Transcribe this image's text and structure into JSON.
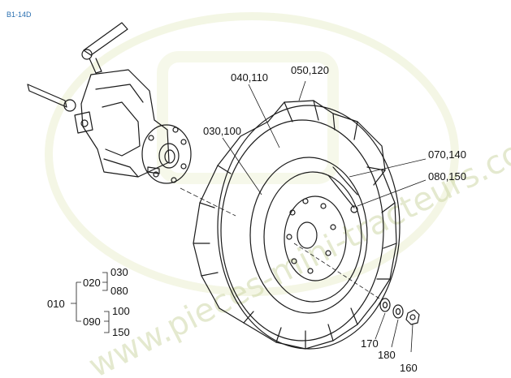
{
  "diagram_code": "B1-14D",
  "watermark": "www.pieces-mini-tracteurs.com",
  "labels": {
    "l050120": "050,120",
    "l040110": "040,110",
    "l030100": "030,100",
    "l070140": "070,140",
    "l080150": "080,150",
    "l170": "170",
    "l180": "180",
    "l160": "160"
  },
  "bom_tree": {
    "root": "010",
    "group_a": "020",
    "group_a_children": [
      "030",
      "080"
    ],
    "group_b": "090",
    "group_b_children": [
      "100",
      "150"
    ]
  },
  "colors": {
    "code": "#2a6fb0",
    "line": "#1a1a1a",
    "watermark": "#cfd8a8"
  }
}
